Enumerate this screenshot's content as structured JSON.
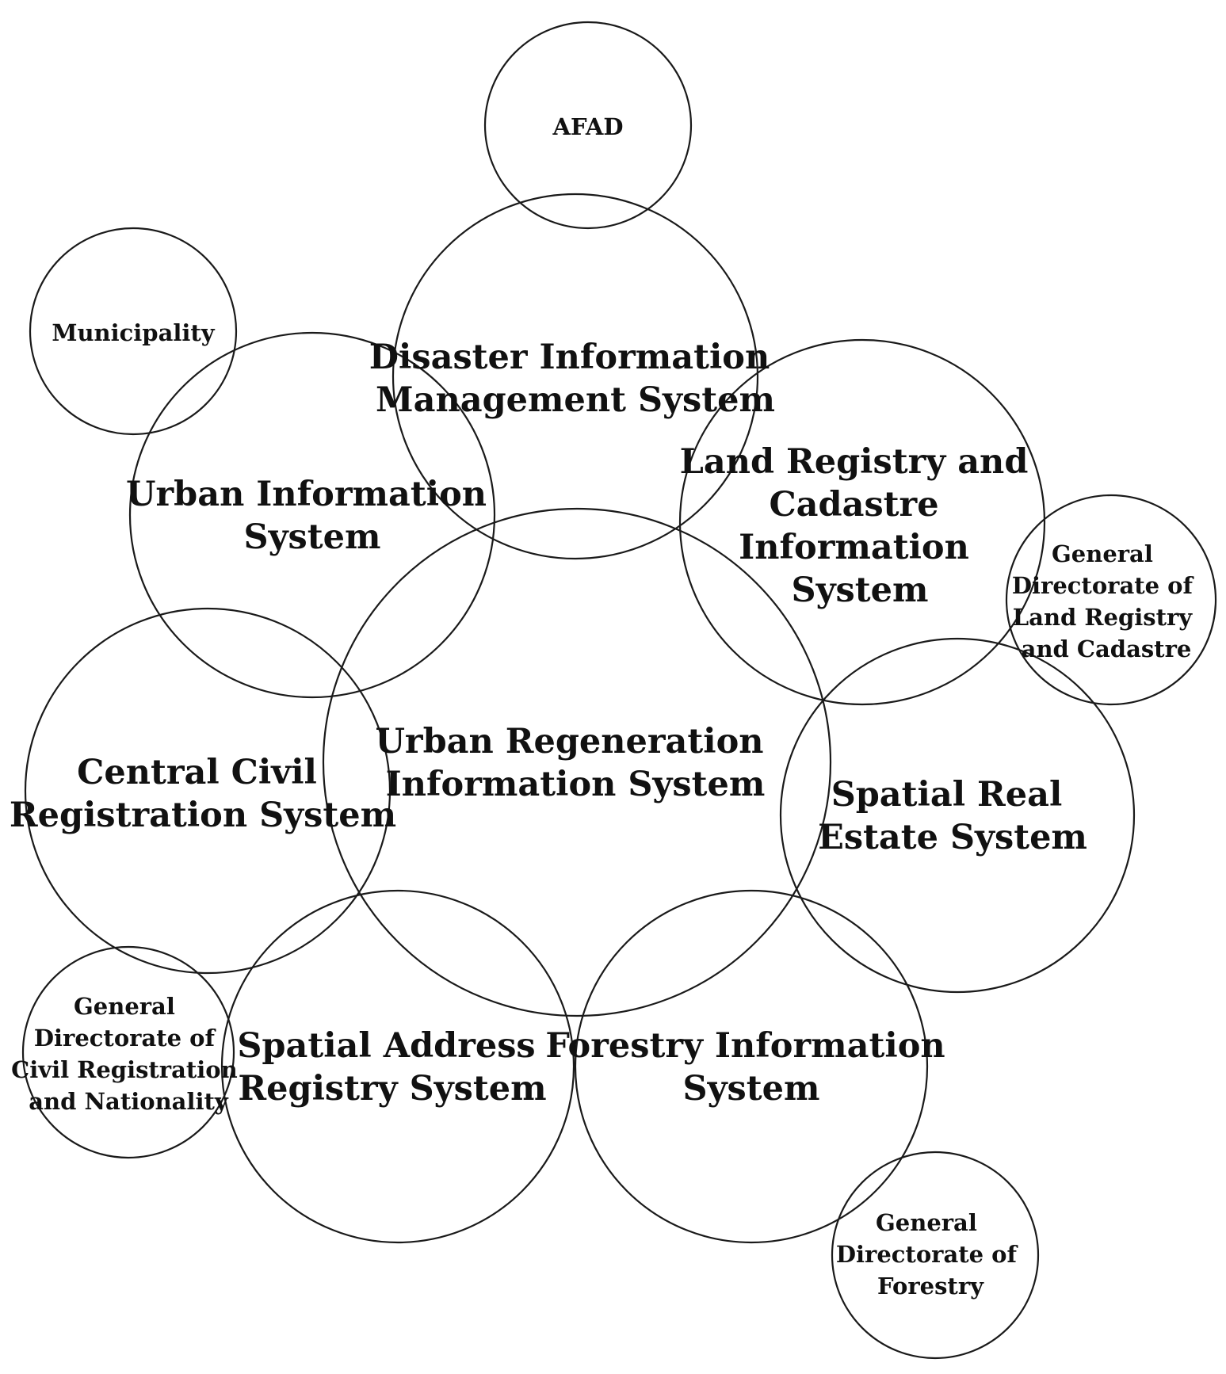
{
  "nodes": [
    {
      "id": "afad",
      "lines": [
        "AFAD"
      ]
    },
    {
      "id": "municipality",
      "lines": [
        "Municipality"
      ]
    },
    {
      "id": "disaster-information-management-system",
      "lines": [
        "Disaster Information",
        "Management System"
      ]
    },
    {
      "id": "urban-information-system",
      "lines": [
        "Urban Information",
        "System"
      ]
    },
    {
      "id": "land-registry-and-cadastre-information-system",
      "lines": [
        "Land Registry and",
        "Cadastre",
        "Information",
        "System"
      ]
    },
    {
      "id": "general-directorate-of-land-registry-and-cadastre",
      "lines": [
        "General",
        "Directorate of",
        "Land Registry",
        "and Cadastre"
      ]
    },
    {
      "id": "urban-regeneration-information-system",
      "lines": [
        "Urban Regeneration",
        "Information System"
      ]
    },
    {
      "id": "central-civil-registration-system",
      "lines": [
        "Central Civil",
        "Registration System"
      ]
    },
    {
      "id": "spatial-real-estate-system",
      "lines": [
        "Spatial Real",
        "Estate System"
      ]
    },
    {
      "id": "general-directorate-of-civil-registration-and-nationality",
      "lines": [
        "General",
        "Directorate of",
        "Civil Registration",
        "and Nationality"
      ]
    },
    {
      "id": "spatial-address-registry-system",
      "lines": [
        "Spatial Address",
        "Registry System"
      ]
    },
    {
      "id": "forestry-information-system",
      "lines": [
        "Forestry Information",
        "System"
      ]
    },
    {
      "id": "general-directorate-of-forestry",
      "lines": [
        "General",
        "Directorate of",
        "Forestry"
      ]
    }
  ]
}
